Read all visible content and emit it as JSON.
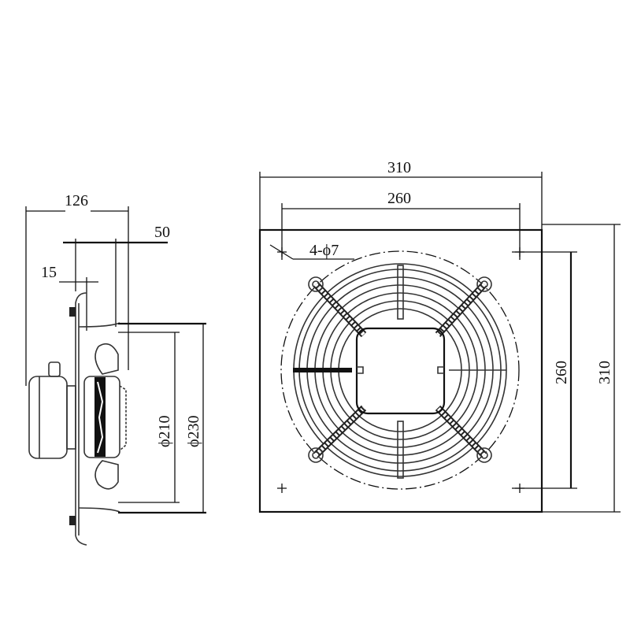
{
  "side_view": {
    "overall_depth": "126",
    "depth_50": "50",
    "flange_depth": "15",
    "inner_diameter": "ϕ210",
    "outer_diameter": "ϕ230"
  },
  "front_view": {
    "width": "310",
    "hole_spacing_h": "260",
    "hole_spacing_v": "260",
    "height": "310",
    "holes": "4-ϕ7"
  }
}
